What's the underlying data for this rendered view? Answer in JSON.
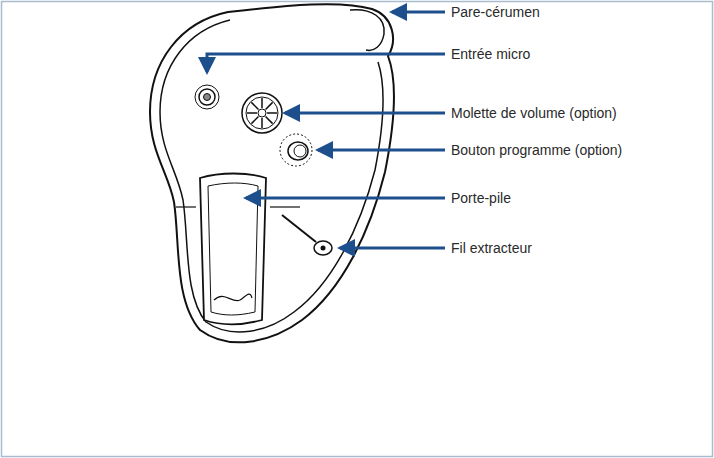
{
  "diagram": {
    "labels": [
      "Pare-cérumen",
      "Entrée micro",
      "Molette de volume (option)",
      "Bouton programme (option)",
      "Porte-pile",
      "Fil extracteur"
    ]
  }
}
